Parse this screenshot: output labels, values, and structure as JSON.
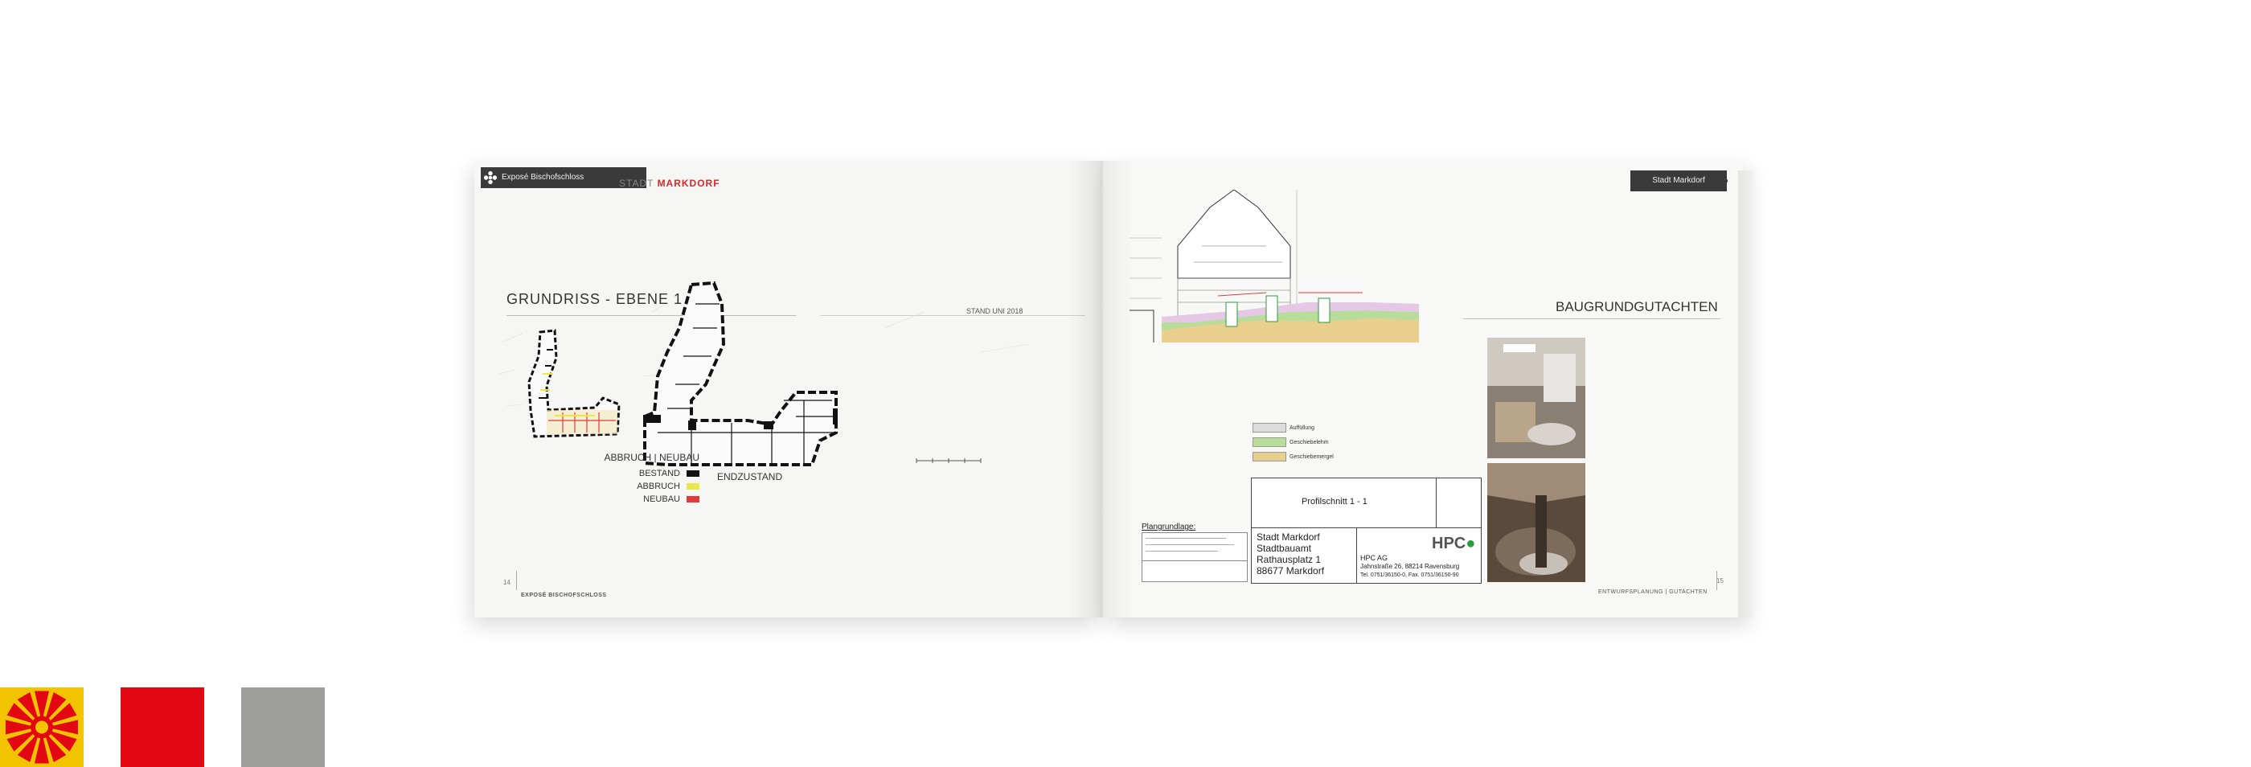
{
  "left_page": {
    "tag_label": "Exposé Bischofschloss",
    "logo": {
      "prefix": "STADT ",
      "brand": "MARKDORF"
    },
    "heading": "GRUNDRISS - EBENE 1",
    "stand_label": "STAND UNI 2018",
    "end_label": "ENDZUSTAND",
    "legend": {
      "title": "ABBRUCH | NEUBAU",
      "items": [
        {
          "label": "BESTAND",
          "color": "#111111"
        },
        {
          "label": "ABBRUCH",
          "color": "#e8e84a"
        },
        {
          "label": "NEUBAU",
          "color": "#e23a3a"
        }
      ]
    },
    "page_number": "14",
    "footer": "EXPOSÉ BISCHOFSCHLOSS"
  },
  "right_page": {
    "tag_label": "Stadt Markdorf",
    "heading": "BAUGRUNDGUTACHTEN",
    "section_title": "Profilschnitt 1 - 1",
    "plangrundlage": "Plangrundlage:",
    "client_block": [
      "Stadt Markdorf",
      "Stadtbauamt",
      "Rathausplatz 1",
      "88677 Markdorf"
    ],
    "firm_block": [
      "HPC AG",
      "Jahnstraße 26, 88214 Ravensburg",
      "Tel. 0751/36150-0, Fax. 0751/36150-90"
    ],
    "firm_logo": "HPC",
    "legend": [
      "Auffüllung",
      "Geschiebelehm",
      "Geschiebemergel"
    ],
    "page_number": "15",
    "footer": "ENTWURFSPLANUNG | GUTACHTEN"
  },
  "brand_marks": [
    {
      "name": "emblem",
      "colors": [
        "#f2c400",
        "#e30613"
      ]
    },
    {
      "name": "red-square",
      "color": "#e30613"
    },
    {
      "name": "grey-square",
      "color": "#9d9d9c"
    }
  ]
}
